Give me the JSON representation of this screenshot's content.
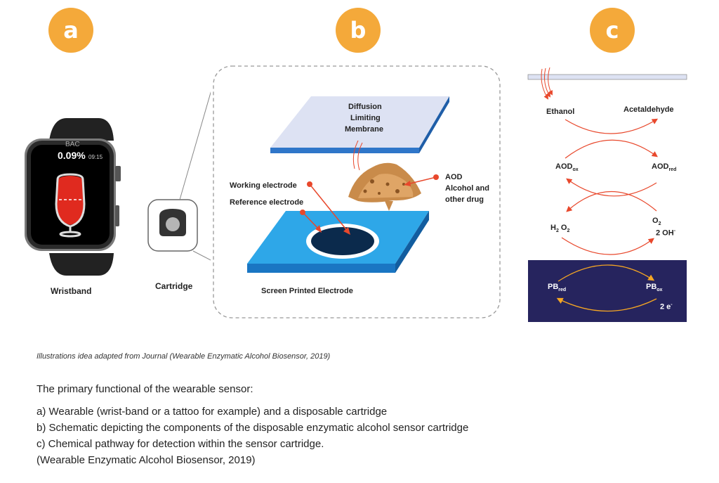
{
  "badges": [
    "a",
    "b",
    "c"
  ],
  "panel_a": {
    "watch_screen": {
      "label": "BAC",
      "value": "0.09%",
      "time": "09:15"
    },
    "wristband_label": "Wristband",
    "cartridge_label": "Cartridge"
  },
  "panel_b": {
    "membrane_label_lines": [
      "Diffusion",
      "Limiting",
      "Membrane"
    ],
    "aod_label_lines": [
      "AOD",
      "Alcohol and",
      "other drug"
    ],
    "working_electrode_label": "Working electrode",
    "reference_electrode_label": "Reference electrode",
    "screen_printed_label": "Screen Printed Electrode"
  },
  "panel_c": {
    "ethanol": "Ethanol",
    "acetaldehyde": "Acetaldehyde",
    "aod_ox": {
      "main": "AOD",
      "sub": "ox"
    },
    "aod_red": {
      "main": "AOD",
      "sub": "red"
    },
    "h2o2": {
      "a": "H",
      "sub1": "2",
      "b": "O",
      "sub2": "2"
    },
    "o2": {
      "main": "O",
      "sub": "2"
    },
    "oh": {
      "main": "2 OH",
      "sup": "-"
    },
    "pb_red": {
      "main": "PB",
      "sub": "red"
    },
    "pb_ox": {
      "main": "PB",
      "sub": "ox"
    },
    "electrons": {
      "main": "2 e",
      "sup": "-"
    },
    "colors": {
      "arrow": "#e8482c",
      "box": "#26245e",
      "box_arrow": "#f5a623"
    }
  },
  "caption": "Illustrations idea adapted from Journal (Wearable Enzymatic Alcohol Biosensor, 2019)",
  "description": {
    "heading": "The primary functional of the wearable sensor:",
    "lines": [
      "a) Wearable (wrist-band or a tattoo for example) and a disposable cartridge",
      "b) Schematic depicting the components of the disposable enzymatic alcohol sensor cartridge",
      "c) Chemical pathway for detection within the sensor cartridge.",
      "(Wearable Enzymatic Alcohol Biosensor, 2019)"
    ]
  }
}
